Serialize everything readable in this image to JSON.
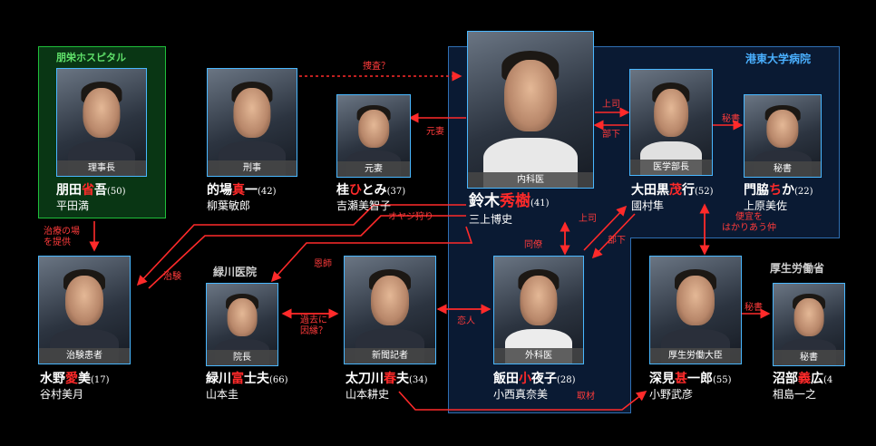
{
  "organizations": {
    "hosp": "朋栄ホスピタル",
    "univ": "港東大学病院",
    "midori": "緑川医院",
    "mhlw": "厚生労働省"
  },
  "people": [
    {
      "id": "hidaka",
      "role": "理事長",
      "name_pre": "朋田",
      "name_red": "省",
      "name_post": "吾",
      "age": "(50)",
      "actor": "平田満"
    },
    {
      "id": "matoba",
      "role": "刑事",
      "name_pre": "的場",
      "name_red": "真",
      "name_post": "一",
      "age": "(42)",
      "actor": "柳葉敏郎"
    },
    {
      "id": "katsura",
      "role": "元妻",
      "name_pre": "桂",
      "name_red": "ひ",
      "name_post": "とみ",
      "age": "(37)",
      "actor": "吉瀬美智子"
    },
    {
      "id": "suzuki",
      "role": "内科医",
      "name_pre": "鈴木",
      "name_red": "秀樹",
      "name_post": "",
      "age": "(41)",
      "actor": "三上博史"
    },
    {
      "id": "ota",
      "role": "医学部長",
      "name_pre": "大田黒",
      "name_red": "茂",
      "name_post": "行",
      "age": "(52)",
      "actor": "國村隼"
    },
    {
      "id": "kadowaki",
      "role": "秘書",
      "name_pre": "門脇",
      "name_red": "ち",
      "name_post": "か",
      "age": "(22)",
      "actor": "上原美佐"
    },
    {
      "id": "mizuno",
      "role": "治験患者",
      "name_pre": "水野",
      "name_red": "愛",
      "name_post": "美",
      "age": "(17)",
      "actor": "谷村美月"
    },
    {
      "id": "midorikawa",
      "role": "院長",
      "name_pre": "緑川",
      "name_red": "富",
      "name_post": "士夫",
      "age": "(66)",
      "actor": "山本圭"
    },
    {
      "id": "tachikawa",
      "role": "新聞記者",
      "name_pre": "太刀川",
      "name_red": "春",
      "name_post": "夫",
      "age": "(34)",
      "actor": "山本耕史"
    },
    {
      "id": "iida",
      "role": "外科医",
      "name_pre": "飯田",
      "name_red": "小",
      "name_post": "夜子",
      "age": "(28)",
      "actor": "小西真奈美"
    },
    {
      "id": "fukami",
      "role": "厚生労働大臣",
      "name_pre": "深見",
      "name_red": "甚",
      "name_post": "一郎",
      "age": "(55)",
      "actor": "小野武彦"
    },
    {
      "id": "numabe",
      "role": "秘書",
      "name_pre": "沼部",
      "name_red": "義",
      "name_post": "広",
      "age": "(4",
      "actor": "相島一之"
    }
  ],
  "relations": {
    "sousa": "捜査？",
    "motozuma": "元妻",
    "joshi1": "上司",
    "buka1": "部下",
    "hisho1": "秘書",
    "oyaji": "オヤジ狩り",
    "chiryo": "治療の場\nを提供",
    "chiken": "治験",
    "onshi": "恩師",
    "kako": "過去に\n因縁？",
    "koibito": "恋人",
    "joshi2": "上司",
    "buka2": "部下",
    "dosei": "同僚",
    "benigi": "便宜を\nはかりあう仲",
    "hisho2": "秘書",
    "shuzai": "取材"
  },
  "colors": {
    "accent_red": "#ff2a2a",
    "frame_blue": "#49b7ff",
    "hosp_green": "#1fbf3a"
  }
}
